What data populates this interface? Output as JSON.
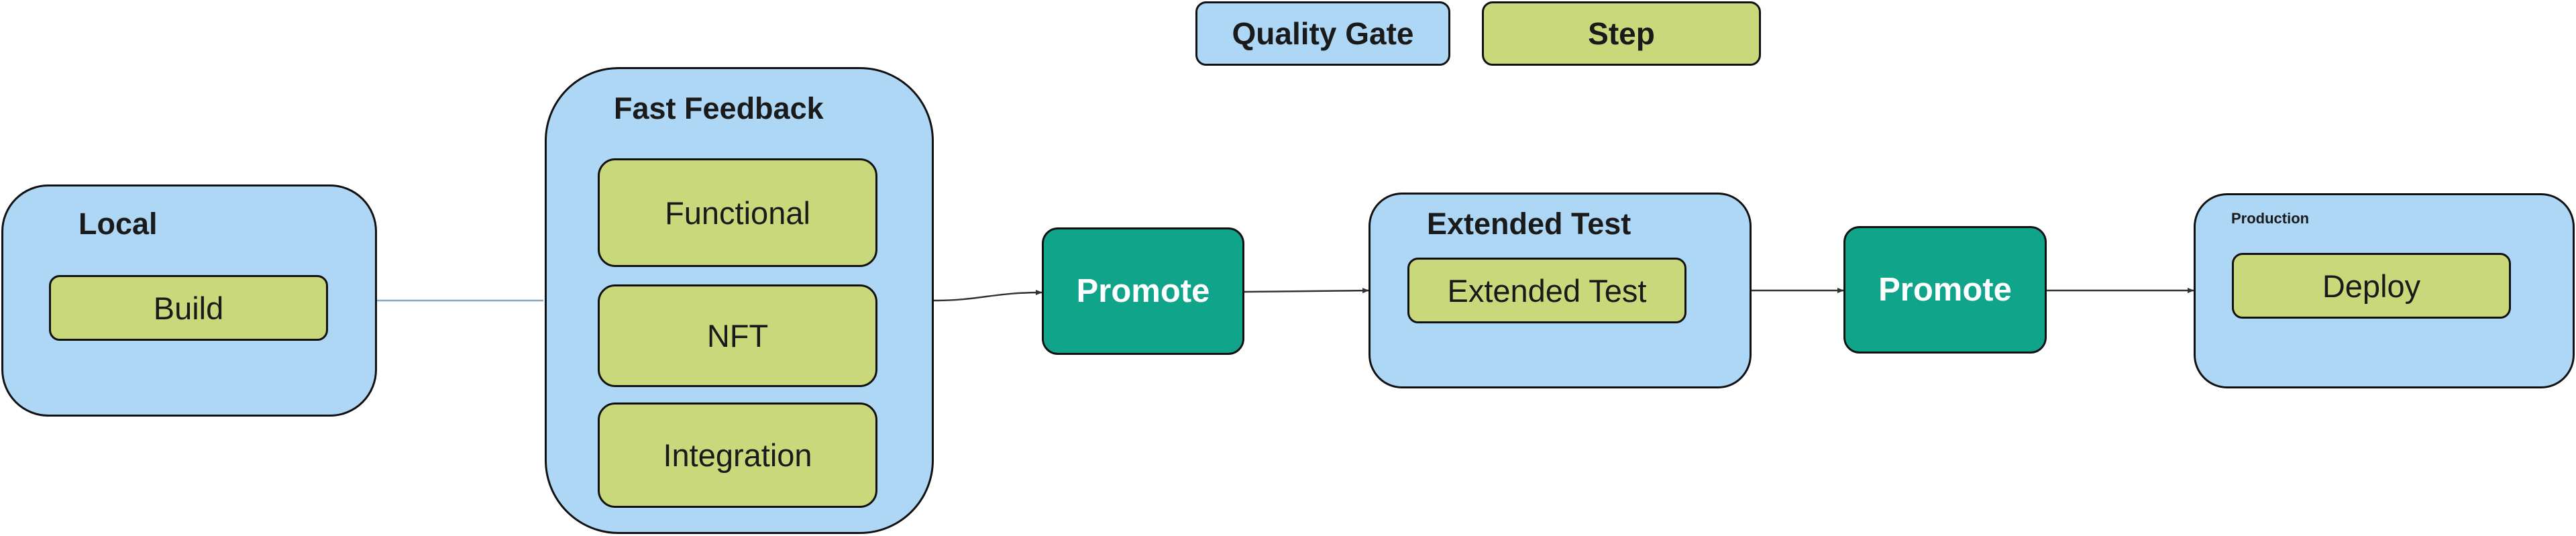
{
  "legend": {
    "quality_gate": "Quality Gate",
    "step": "Step"
  },
  "stages": {
    "local": {
      "title": "Local",
      "steps": [
        "Build"
      ]
    },
    "fast_feedback": {
      "title": "Fast Feedback",
      "steps": [
        "Functional",
        "NFT",
        "Integration"
      ]
    },
    "promote_1": {
      "label": "Promote"
    },
    "extended_test": {
      "title": "Extended Test",
      "steps": [
        "Extended Test"
      ]
    },
    "promote_2": {
      "label": "Promote"
    },
    "production": {
      "title": "Production",
      "steps": [
        "Deploy"
      ]
    }
  },
  "colors": {
    "quality_gate": "#aed7f5",
    "step": "#c8d87a",
    "promote": "#10a58a",
    "outline": "#111111",
    "connector": "#333333",
    "connector_light": "#8aa9bd"
  }
}
